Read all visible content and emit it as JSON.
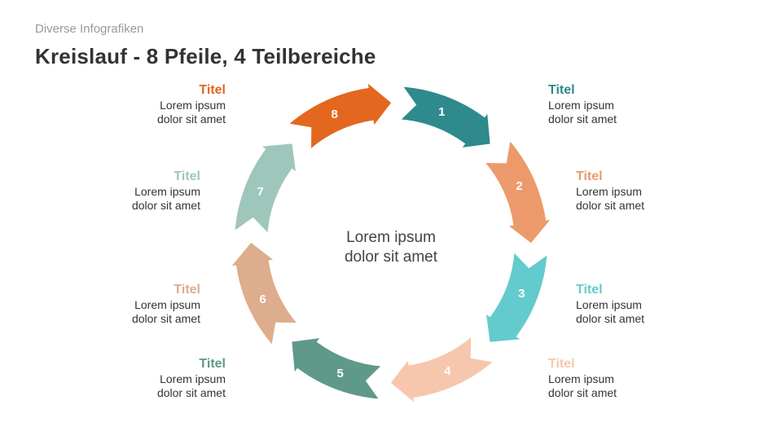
{
  "header": {
    "subtitle": "Diverse Infografiken",
    "title": "Kreislauf - 8 Pfeile, 4 Teilbereiche"
  },
  "center": {
    "line1": "Lorem ipsum",
    "line2": "dolor sit amet"
  },
  "segments": [
    {
      "number": "1",
      "color": "#2e8a8c"
    },
    {
      "number": "2",
      "color": "#ec9a6c"
    },
    {
      "number": "3",
      "color": "#63cbcd"
    },
    {
      "number": "4",
      "color": "#f6c7ad"
    },
    {
      "number": "5",
      "color": "#5f9989"
    },
    {
      "number": "6",
      "color": "#ddad8d"
    },
    {
      "number": "7",
      "color": "#9fc6bb"
    },
    {
      "number": "8",
      "color": "#e4671f"
    }
  ],
  "labels": [
    {
      "title": "Titel",
      "line1": "Lorem ipsum",
      "line2": "dolor sit amet",
      "color": "#2e8a8c"
    },
    {
      "title": "Titel",
      "line1": "Lorem ipsum",
      "line2": "dolor sit amet",
      "color": "#ec9a6c"
    },
    {
      "title": "Titel",
      "line1": "Lorem ipsum",
      "line2": "dolor sit amet",
      "color": "#63cbcd"
    },
    {
      "title": "Titel",
      "line1": "Lorem ipsum",
      "line2": "dolor sit amet",
      "color": "#f6c7ad"
    },
    {
      "title": "Titel",
      "line1": "Lorem ipsum",
      "line2": "dolor sit amet",
      "color": "#5f9989"
    },
    {
      "title": "Titel",
      "line1": "Lorem ipsum",
      "line2": "dolor sit amet",
      "color": "#ddad8d"
    },
    {
      "title": "Titel",
      "line1": "Lorem ipsum",
      "line2": "dolor sit amet",
      "color": "#9fc6bb"
    },
    {
      "title": "Titel",
      "line1": "Lorem ipsum",
      "line2": "dolor sit amet",
      "color": "#e4671f"
    }
  ]
}
